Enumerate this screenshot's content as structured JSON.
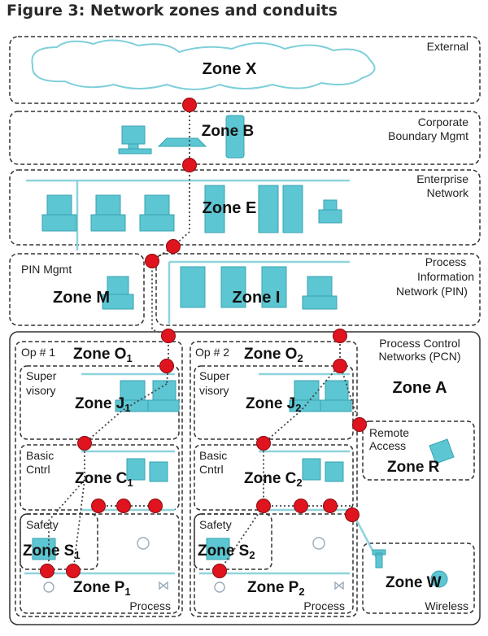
{
  "figure": {
    "title": "Figure 3: Network zones and conduits"
  },
  "zones": {
    "x": {
      "label": "Zone X",
      "desc": [
        "External"
      ]
    },
    "b": {
      "label": "Zone B",
      "desc": [
        "Corporate",
        "Boundary Mgmt"
      ]
    },
    "e": {
      "label": "Zone E",
      "desc": [
        "Enterprise",
        "Network"
      ]
    },
    "m": {
      "label": "Zone M",
      "desc": [
        "PIN Mgmt"
      ]
    },
    "i": {
      "label": "Zone I",
      "desc": [
        "Process",
        "Information",
        "Network (PIN)"
      ]
    },
    "a": {
      "label": "Zone A",
      "desc": [
        "Process Control",
        "Networks (PCN)"
      ]
    },
    "o1": {
      "label": "Zone O",
      "sub": "1",
      "desc": [
        "Op # 1"
      ]
    },
    "o2": {
      "label": "Zone O",
      "sub": "2",
      "desc": [
        "Op # 2"
      ]
    },
    "j1": {
      "label": "Zone J",
      "sub": "1",
      "desc": [
        "Super",
        "visory"
      ]
    },
    "j2": {
      "label": "Zone J",
      "sub": "2",
      "desc": [
        "Super",
        "visory"
      ]
    },
    "c1": {
      "label": "Zone C",
      "sub": "1",
      "desc": [
        "Basic",
        "Cntrl"
      ]
    },
    "c2": {
      "label": "Zone C",
      "sub": "2",
      "desc": [
        "Basic",
        "Cntrl"
      ]
    },
    "s1": {
      "label": "Zone S",
      "sub": "1",
      "desc": [
        "Safety"
      ]
    },
    "s2": {
      "label": "Zone S",
      "sub": "2",
      "desc": [
        "Safety"
      ]
    },
    "p1": {
      "label": "Zone P",
      "sub": "1",
      "desc": [
        "Process"
      ]
    },
    "p2": {
      "label": "Zone P",
      "sub": "2",
      "desc": [
        "Process"
      ]
    },
    "r": {
      "label": "Zone R",
      "desc": [
        "Remote",
        "Access"
      ]
    },
    "w": {
      "label": "Zone W",
      "desc": [
        "Wireless"
      ]
    }
  },
  "colors": {
    "conduit": "#e0141e",
    "equipment": "#5cc6d2",
    "network_line": "#8fd3dc",
    "border": "#333333"
  }
}
